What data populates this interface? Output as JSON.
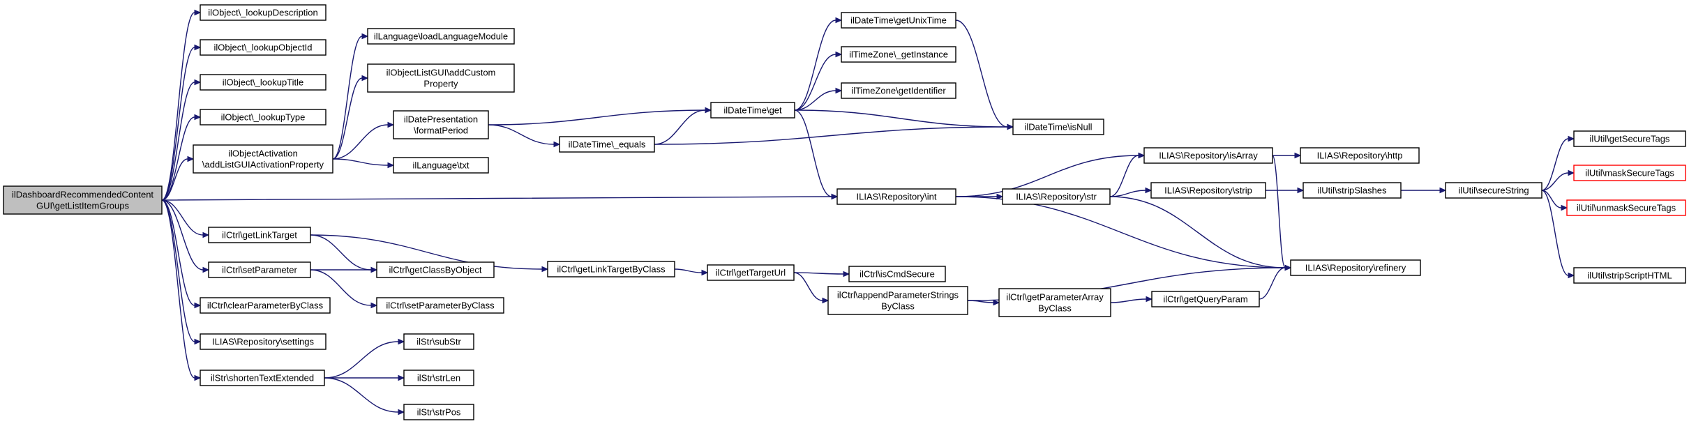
{
  "colors": {
    "edge": "#191970",
    "root_fill": "#bfbfbf",
    "node_border": "#000000",
    "highlight_border": "#ff0000"
  },
  "nodes": {
    "root": {
      "lines": [
        "ilDashboardRecommendedContent",
        "GUI\\getListItemGroups"
      ]
    },
    "lookupDescription": {
      "lines": [
        "ilObject\\_lookupDescription"
      ]
    },
    "lookupObjectId": {
      "lines": [
        "ilObject\\_lookupObjectId"
      ]
    },
    "lookupTitle": {
      "lines": [
        "ilObject\\_lookupTitle"
      ]
    },
    "lookupType": {
      "lines": [
        "ilObject\\_lookupType"
      ]
    },
    "activation": {
      "lines": [
        "ilObjectActivation",
        "\\addListGUIActivationProperty"
      ]
    },
    "loadLanguageModule": {
      "lines": [
        "ilLanguage\\loadLanguageModule"
      ]
    },
    "addCustomProperty": {
      "lines": [
        "ilObjectListGUI\\addCustom",
        "Property"
      ]
    },
    "formatPeriod": {
      "lines": [
        "ilDatePresentation",
        "\\formatPeriod"
      ]
    },
    "txt": {
      "lines": [
        "ilLanguage\\txt"
      ]
    },
    "dtEquals": {
      "lines": [
        "ilDateTime\\_equals"
      ]
    },
    "dtGet": {
      "lines": [
        "ilDateTime\\get"
      ]
    },
    "getUnixTime": {
      "lines": [
        "ilDateTime\\getUnixTime"
      ]
    },
    "tzGetInstance": {
      "lines": [
        "ilTimeZone\\_getInstance"
      ]
    },
    "tzGetIdentifier": {
      "lines": [
        "ilTimeZone\\getIdentifier"
      ]
    },
    "isNull": {
      "lines": [
        "ilDateTime\\isNull"
      ]
    },
    "repoInt": {
      "lines": [
        "ILIAS\\Repository\\int"
      ]
    },
    "repoStr": {
      "lines": [
        "ILIAS\\Repository\\str"
      ]
    },
    "isArray": {
      "lines": [
        "ILIAS\\Repository\\isArray"
      ]
    },
    "http": {
      "lines": [
        "ILIAS\\Repository\\http"
      ]
    },
    "strip": {
      "lines": [
        "ILIAS\\Repository\\strip"
      ]
    },
    "stripSlashes": {
      "lines": [
        "ilUtil\\stripSlashes"
      ]
    },
    "secureString": {
      "lines": [
        "ilUtil\\secureString"
      ]
    },
    "getSecureTags": {
      "lines": [
        "ilUtil\\getSecureTags"
      ]
    },
    "maskSecureTags": {
      "lines": [
        "ilUtil\\maskSecureTags"
      ]
    },
    "unmaskSecureTags": {
      "lines": [
        "ilUtil\\unmaskSecureTags"
      ]
    },
    "stripScriptHTML": {
      "lines": [
        "ilUtil\\stripScriptHTML"
      ]
    },
    "refinery": {
      "lines": [
        "ILIAS\\Repository\\refinery"
      ]
    },
    "getLinkTarget": {
      "lines": [
        "ilCtrl\\getLinkTarget"
      ]
    },
    "getLinkTargetByClass": {
      "lines": [
        "ilCtrl\\getLinkTargetByClass"
      ]
    },
    "getTargetUrl": {
      "lines": [
        "ilCtrl\\getTargetUrl"
      ]
    },
    "isCmdSecure": {
      "lines": [
        "ilCtrl\\isCmdSecure"
      ]
    },
    "appendParameterStrings": {
      "lines": [
        "ilCtrl\\appendParameterStrings",
        "ByClass"
      ]
    },
    "getParameterArray": {
      "lines": [
        "ilCtrl\\getParameterArray",
        "ByClass"
      ]
    },
    "getQueryParam": {
      "lines": [
        "ilCtrl\\getQueryParam"
      ]
    },
    "setParameter": {
      "lines": [
        "ilCtrl\\setParameter"
      ]
    },
    "getClassByObject": {
      "lines": [
        "ilCtrl\\getClassByObject"
      ]
    },
    "setParameterByClass": {
      "lines": [
        "ilCtrl\\setParameterByClass"
      ]
    },
    "clearParameterByClass": {
      "lines": [
        "ilCtrl\\clearParameterByClass"
      ]
    },
    "repoSettings": {
      "lines": [
        "ILIAS\\Repository\\settings"
      ]
    },
    "shortenTextExtended": {
      "lines": [
        "ilStr\\shortenTextExtended"
      ]
    },
    "subStr": {
      "lines": [
        "ilStr\\subStr"
      ]
    },
    "strLen": {
      "lines": [
        "ilStr\\strLen"
      ]
    },
    "strPos": {
      "lines": [
        "ilStr\\strPos"
      ]
    }
  }
}
